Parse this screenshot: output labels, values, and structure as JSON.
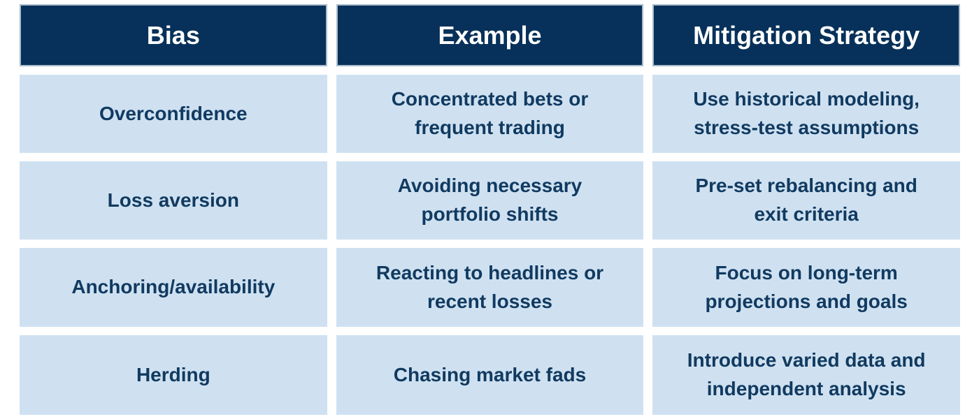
{
  "colors": {
    "header_bg": "#07315a",
    "header_text": "#ffffff",
    "header_border": "#a9bccb",
    "cell_bg": "#cfe1f1",
    "cell_text": "#113a60"
  },
  "table": {
    "headers": {
      "bias": "Bias",
      "example": "Example",
      "mitigation": "Mitigation Strategy"
    },
    "rows": [
      {
        "bias": "Overconfidence",
        "example": "Concentrated bets or\nfrequent trading",
        "mitigation": "Use historical modeling,\nstress-test assumptions"
      },
      {
        "bias": "Loss aversion",
        "example": "Avoiding necessary\nportfolio shifts",
        "mitigation": "Pre-set rebalancing and\nexit criteria"
      },
      {
        "bias": "Anchoring/availability",
        "example": "Reacting to headlines or\nrecent losses",
        "mitigation": "Focus on long-term\nprojections and goals"
      },
      {
        "bias": "Herding",
        "example": "Chasing market fads",
        "mitigation": "Introduce varied data and\nindependent analysis"
      }
    ]
  },
  "chart_data": {
    "type": "table",
    "columns": [
      "Bias",
      "Example",
      "Mitigation Strategy"
    ],
    "rows": [
      [
        "Overconfidence",
        "Concentrated bets or frequent trading",
        "Use historical modeling, stress-test assumptions"
      ],
      [
        "Loss aversion",
        "Avoiding necessary portfolio shifts",
        "Pre-set rebalancing and exit criteria"
      ],
      [
        "Anchoring/availability",
        "Reacting to headlines or recent losses",
        "Focus on long-term projections and goals"
      ],
      [
        "Herding",
        "Chasing market fads",
        "Introduce varied data and independent analysis"
      ]
    ],
    "title": "",
    "legend": false,
    "grid": false
  }
}
